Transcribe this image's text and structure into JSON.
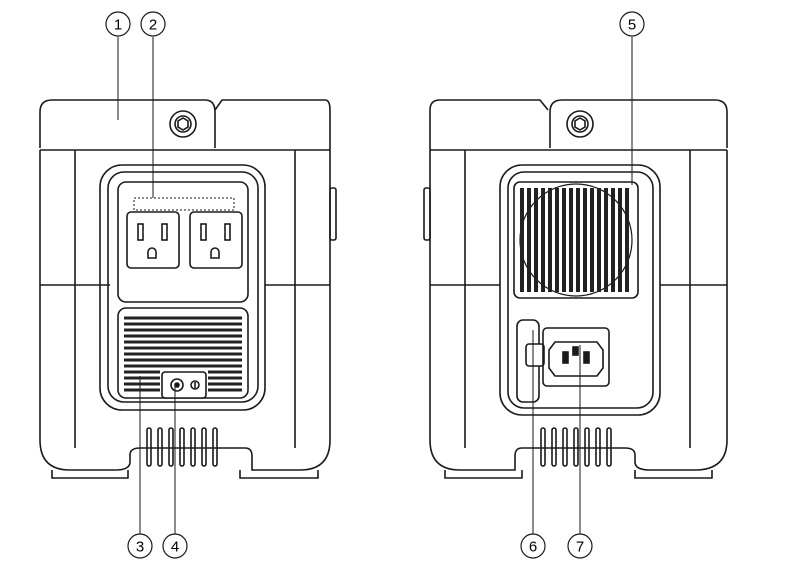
{
  "callouts": [
    {
      "label": "1"
    },
    {
      "label": "2"
    },
    {
      "label": "3"
    },
    {
      "label": "4"
    },
    {
      "label": "5"
    },
    {
      "label": "6"
    },
    {
      "label": "7"
    }
  ],
  "colors": {
    "line": "#1a1a1a",
    "vent": "#222222",
    "background": "#ffffff"
  }
}
